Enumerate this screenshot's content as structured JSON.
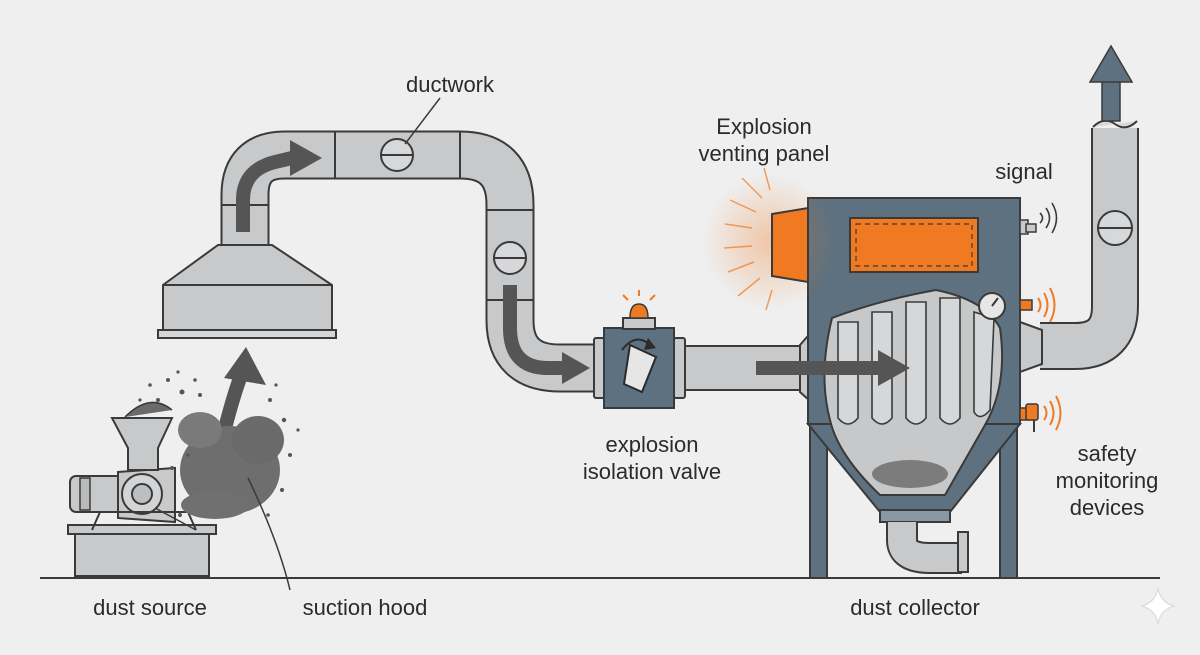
{
  "labels": {
    "ductwork": "ductwork",
    "venting_panel_line1": "Explosion",
    "venting_panel_line2": "venting panel",
    "signal": "signal",
    "isolation_valve_line1": "explosion",
    "isolation_valve_line2": "isolation valve",
    "safety_line1": "safety",
    "safety_line2": "monitoring",
    "safety_line3": "devices",
    "dust_source": "dust source",
    "suction_hood": "suction hood",
    "dust_collector": "dust collector"
  },
  "colors": {
    "background": "#efefef",
    "pipe": "#c8c9cb",
    "outline": "#3a3a3a",
    "collector": "#5d7180",
    "accent": "#f07a22",
    "arrow": "#555555"
  }
}
